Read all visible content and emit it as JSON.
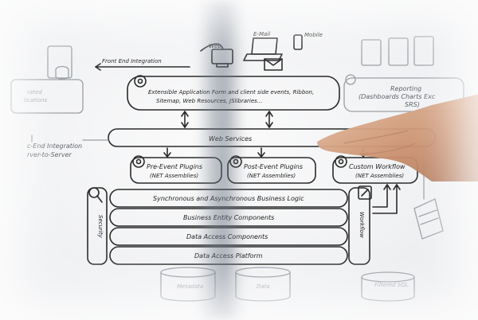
{
  "clients": {
    "web": "Web",
    "mail": "E-Mail",
    "mobile": "Mobile"
  },
  "integration": {
    "front_end": "Front End Integration",
    "back_end_line1": "c-End Integration",
    "back_end_line2": "rver-to-Server"
  },
  "left_box": {
    "line1": "rated",
    "line2": "lications"
  },
  "extensible": {
    "line1": "Extensible Application  Form and client side events, Ribbon,",
    "line2": "Sitemap, Web Resources, JSlibraries..."
  },
  "reporting": {
    "title": "Reporting",
    "line2": "(Dashboards Charts Exc",
    "line3": "SRS)"
  },
  "web_services": "Web Services",
  "plugins": [
    {
      "title": "Pre-Event Plugins",
      "sub": "(NET Assemblies)"
    },
    {
      "title": "Post-Event Plugins",
      "sub": "(NET Assemblies)"
    },
    {
      "title": "Custom Workflow",
      "sub": "(NET Assemblies)"
    }
  ],
  "layers": [
    "Synchronous and Asynchronous Business Logic",
    "Business Entity Components",
    "Data Access Components",
    "Data Access Platform"
  ],
  "side_labels": {
    "security": "Security",
    "workflow": "Workflow"
  },
  "databases": {
    "metadata": "Metadata",
    "data": "Data",
    "filtered": "Filtered SQL"
  }
}
